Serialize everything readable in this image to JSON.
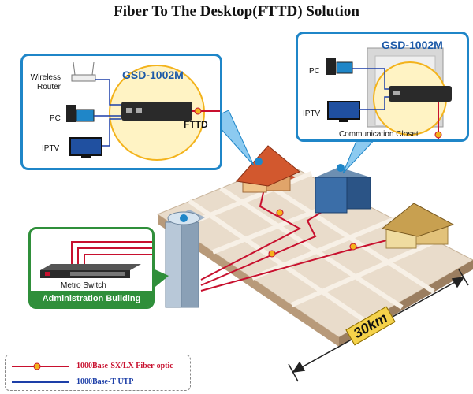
{
  "title": "Fiber To The Desktop(FTTD) Solution",
  "home_callout": {
    "model": "GSD-1002M",
    "wireless_router": "Wireless Router",
    "pc": "PC",
    "iptv": "IPTV",
    "fttd": "FTTD"
  },
  "closet_callout": {
    "model": "GSD-1002M",
    "pc": "PC",
    "iptv": "IPTV",
    "caption": "Communication Closet"
  },
  "admin_callout": {
    "switch_label": "Metro Switch",
    "building_label": "Administration Building"
  },
  "distance": "30km",
  "legend": {
    "fiber": "1000Base-SX/LX Fiber-optic",
    "utp": "1000Base-T UTP"
  },
  "colors": {
    "fiber": "#c8102e",
    "utp": "#1d3fa8",
    "callout_border": "#1f86c8",
    "admin_border": "#2f8f3a",
    "ground": "#e9dccb",
    "model_text": "#1d5aa8"
  }
}
